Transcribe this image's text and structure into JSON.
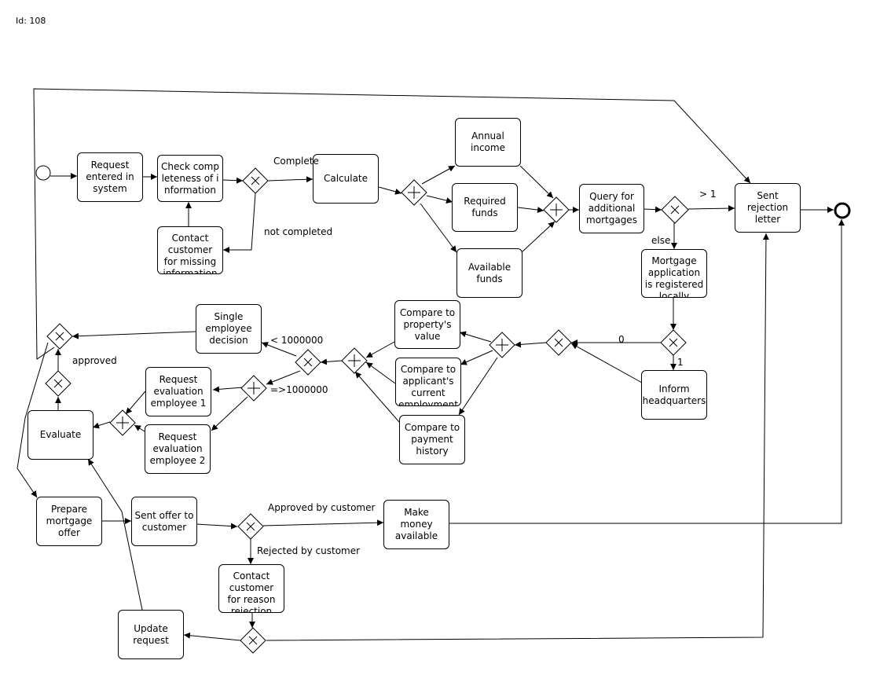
{
  "diagram_id": "Id: 108",
  "tasks": {
    "request_entered": "Request entered in system",
    "check_completeness": "Check completeness of information",
    "contact_customer_missing": "Contact customer for missing information",
    "calculate": "Calculate",
    "annual_income": "Annual income",
    "required_funds": "Required funds",
    "available_funds": "Available funds",
    "query_mortgages": "Query for additional mortgages",
    "sent_rejection": "Sent rejection letter",
    "registered_locally": "Mortgage application is registered locally",
    "inform_hq": "Inform headquarters",
    "compare_property": "Compare to property's value",
    "compare_employment": "Compare to applicant's current employment",
    "compare_payment": "Compare to payment history",
    "single_employee": "Single employee decision",
    "request_eval_1": "Request evaluation employee 1",
    "request_eval_2": "Request evaluation employee 2",
    "evaluate": "Evaluate",
    "prepare_offer": "Prepare mortgage offer",
    "sent_offer": "Sent offer to customer",
    "make_money": "Make money available",
    "contact_reason": "Contact customer for reason rejection",
    "update_request": "Update request"
  },
  "labels": {
    "complete": "Complete",
    "not_completed": "not completed",
    "gt_one": "> 1",
    "else": "else",
    "zero": "0",
    "one": "1",
    "lt_million": "< 1000000",
    "gte_million": "=>1000000",
    "approved": "approved",
    "approved_by_customer": "Approved by customer",
    "rejected_by_customer": "Rejected by customer"
  }
}
